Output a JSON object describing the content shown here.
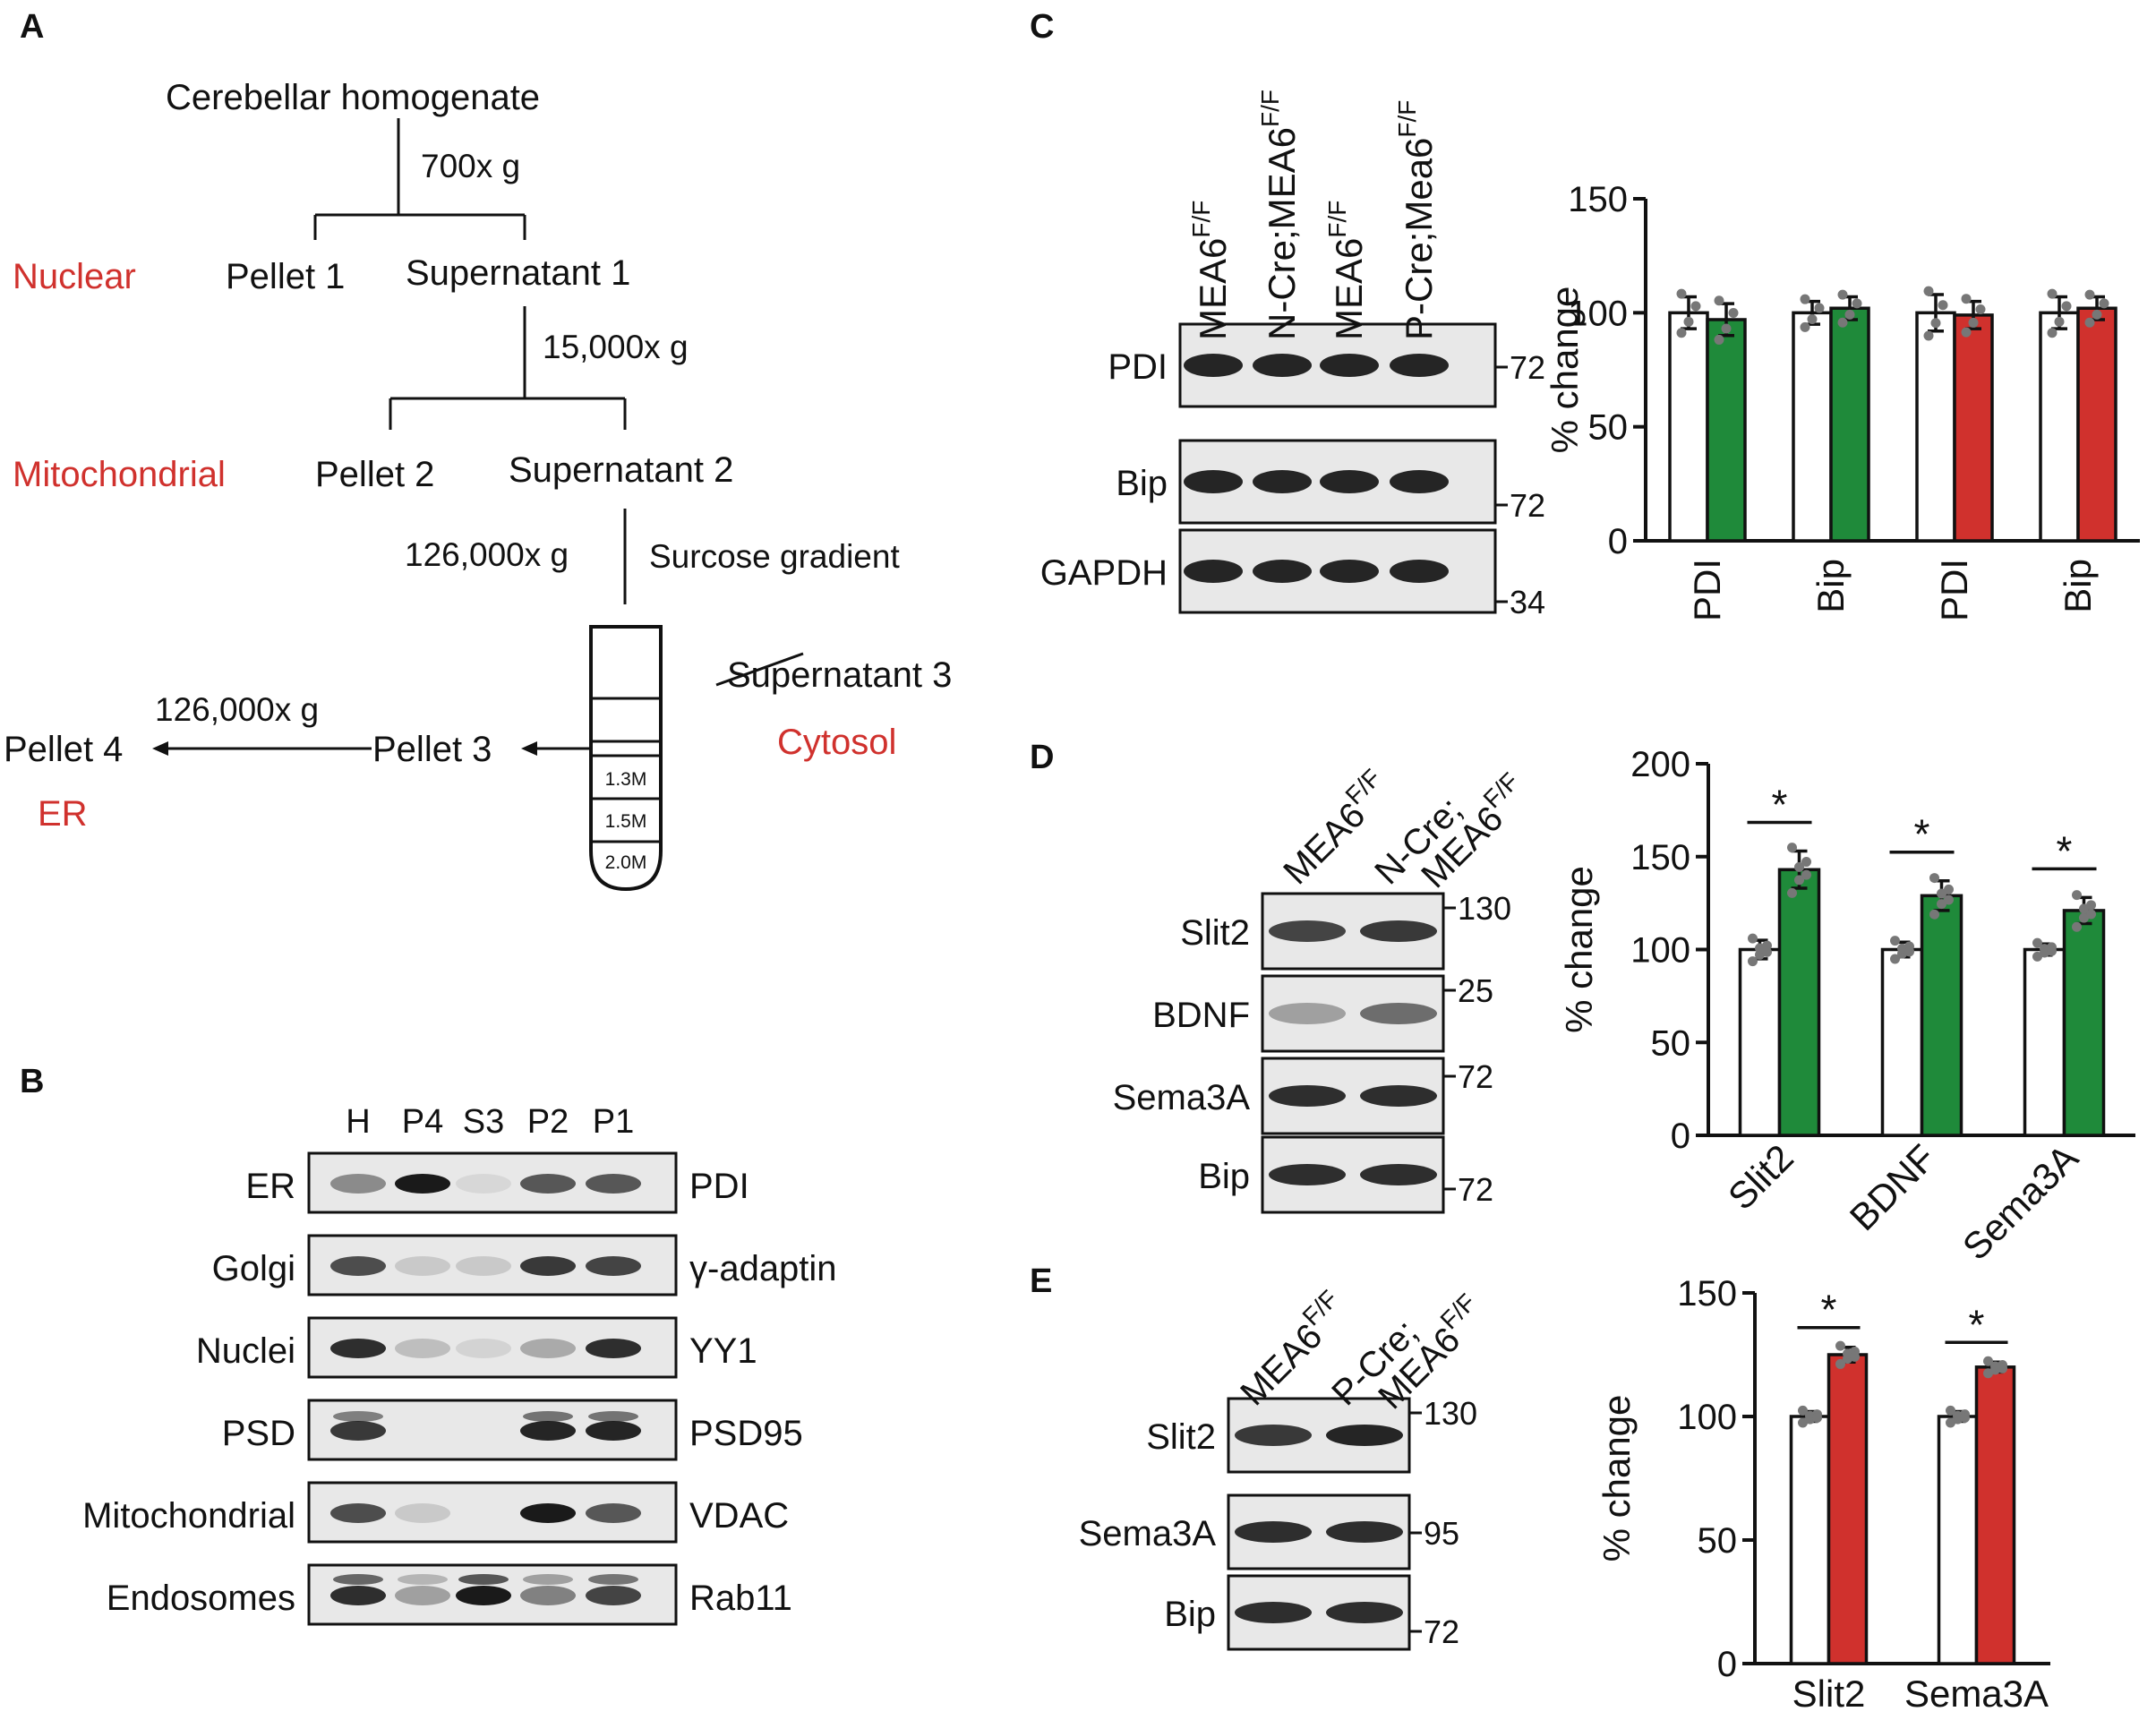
{
  "panels": {
    "A": "A",
    "B": "B",
    "C": "C",
    "D": "D",
    "E": "E"
  },
  "flow": {
    "homogenate": "Cerebellar homogenate",
    "spin1": "700x g",
    "nuclear": "Nuclear",
    "pellet1": "Pellet 1",
    "sup1": "Supernatant 1",
    "spin2": "15,000x g",
    "mito": "Mitochondrial",
    "pellet2": "Pellet 2",
    "sup2": "Supernatant 2",
    "spin3": "126,000x g",
    "gradient": "Surcose gradient",
    "sup3": "Supernatant 3",
    "cytosol": "Cytosol",
    "spin4": "126,000x g",
    "pellet4": "Pellet 4",
    "pellet3": "Pellet 3",
    "er": "ER",
    "tube_layers": [
      "1.3M",
      "1.5M",
      "2.0M"
    ]
  },
  "panelB": {
    "lanes": [
      "H",
      "P4",
      "S3",
      "P2",
      "P1"
    ],
    "rows": [
      {
        "compartment": "ER",
        "marker": "PDI"
      },
      {
        "compartment": "Golgi",
        "marker": "γ-adaptin"
      },
      {
        "compartment": "Nuclei",
        "marker": "YY1"
      },
      {
        "compartment": "PSD",
        "marker": "PSD95"
      },
      {
        "compartment": "Mitochondrial",
        "marker": "VDAC"
      },
      {
        "compartment": "Endosomes",
        "marker": "Rab11"
      }
    ]
  },
  "panelC": {
    "lanes": [
      {
        "base": "MEA6",
        "sup": "F/F",
        "color": "#111111"
      },
      {
        "base": "N-Cre;MEA6",
        "sup": "F/F",
        "color": "#1f8a3a"
      },
      {
        "base": "MEA6",
        "sup": "F/F",
        "color": "#111111"
      },
      {
        "base": "P-Cre;Mea6",
        "sup": "F/F",
        "color": "#d0312d"
      }
    ],
    "blots": [
      "PDI",
      "Bip",
      "GAPDH"
    ],
    "mw": [
      "72",
      "72",
      "34"
    ]
  },
  "panelD": {
    "lanes": [
      {
        "l1": "MEA6",
        "l2": "",
        "sup": "F/F",
        "color": "#111111"
      },
      {
        "l1": "N-Cre;",
        "l2": "MEA6",
        "sup": "F/F",
        "color": "#1f8a3a"
      }
    ],
    "blots": [
      "Slit2",
      "BDNF",
      "Sema3A",
      "Bip"
    ],
    "mw": [
      "130",
      "25",
      "72",
      "72"
    ]
  },
  "panelE": {
    "lanes": [
      {
        "l1": "MEA6",
        "l2": "",
        "sup": "F/F",
        "color": "#111111"
      },
      {
        "l1": "P-Cre;",
        "l2": "MEA6",
        "sup": "F/F",
        "color": "#d0312d"
      }
    ],
    "blots": [
      "Slit2",
      "Sema3A",
      "Bip"
    ],
    "mw": [
      "130",
      "95",
      "72"
    ]
  },
  "chart_data": [
    {
      "panel": "C",
      "type": "bar",
      "categories": [
        "PDI",
        "Bip",
        "PDI",
        "Bip"
      ],
      "series": [
        {
          "values": [
            100,
            100,
            100,
            100
          ],
          "errors": [
            7,
            5,
            8,
            7
          ],
          "color": "#ffffff"
        },
        {
          "values": [
            97,
            102,
            99,
            102
          ],
          "errors": [
            7,
            5,
            6,
            5
          ],
          "colors": [
            "#1f8a3a",
            "#1f8a3a",
            "#d0312d",
            "#d0312d"
          ]
        }
      ],
      "ylabel": "% change",
      "ylim": [
        0,
        150
      ],
      "yticks": [
        0,
        50,
        100,
        150
      ],
      "significance": []
    },
    {
      "panel": "D",
      "type": "bar",
      "categories": [
        "Slit2",
        "BDNF",
        "Sema3A"
      ],
      "series": [
        {
          "values": [
            100,
            100,
            100
          ],
          "errors": [
            5,
            4,
            3
          ],
          "color": "#ffffff"
        },
        {
          "values": [
            143,
            129,
            121
          ],
          "errors": [
            10,
            8,
            7
          ],
          "color": "#1f8a3a"
        }
      ],
      "ylabel": "% change",
      "ylim": [
        0,
        200
      ],
      "yticks": [
        0,
        50,
        100,
        150,
        200
      ],
      "significance": [
        "*",
        "*",
        "*"
      ]
    },
    {
      "panel": "E",
      "type": "bar",
      "categories": [
        "Slit2",
        "Sema3A"
      ],
      "series": [
        {
          "values": [
            100,
            100
          ],
          "errors": [
            2,
            2
          ],
          "color": "#ffffff"
        },
        {
          "values": [
            125,
            120
          ],
          "errors": [
            3,
            2
          ],
          "color": "#d0312d"
        }
      ],
      "ylabel": "% change",
      "ylim": [
        0,
        150
      ],
      "yticks": [
        0,
        50,
        100,
        150
      ],
      "significance": [
        "*",
        "*"
      ]
    }
  ]
}
